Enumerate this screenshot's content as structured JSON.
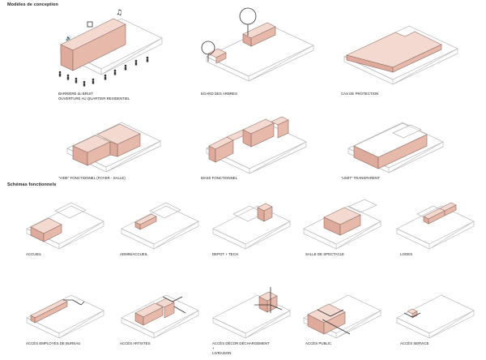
{
  "sections": {
    "conception": "Modèles de conception",
    "functional": "Schémas fonctionnels"
  },
  "conception_captions": {
    "barrier_line1": "BARRIÈRE du BRUIT",
    "barrier_line2": "OUVERTURE AU QUARTIER RESIDENTIEL",
    "trees": "EGARD DES ARBRES",
    "protection": "CAS DE PROTECTION",
    "void": "\"VIDE\" FONCTIONNEL (FOYER - SALLE)",
    "mass": "MASS FONCTIONNEL",
    "limit": "\"LIMIT\" TRANSPARENT"
  },
  "functional_captions": {
    "accueil": "ACCUEIL",
    "admin": "ADMIN/ACCUEIL",
    "depot": "DEPOT + TECH",
    "salle": "SALLE DE SPECTACLE",
    "loges": "LOGES",
    "employes": "ACCÈS EMPLOYÉS DE BUREAU",
    "artistes": "ACCÈS ARTISTES",
    "decor_line1": "ACCÈS DÉCOR DÉCHARGEMENT",
    "decor_line2": "+",
    "decor_line3": "LIVRAISON",
    "public": "ACCÈS PUBLIC",
    "service": "ACCÈS SERVICE"
  },
  "icons": {
    "music": "music-note-icon",
    "noise": "speaker-icon",
    "crowd": "person-icon",
    "tree": "tree-circle-icon"
  },
  "colors": {
    "volume": "#e7b9ab",
    "outline": "#b9b9b9"
  }
}
